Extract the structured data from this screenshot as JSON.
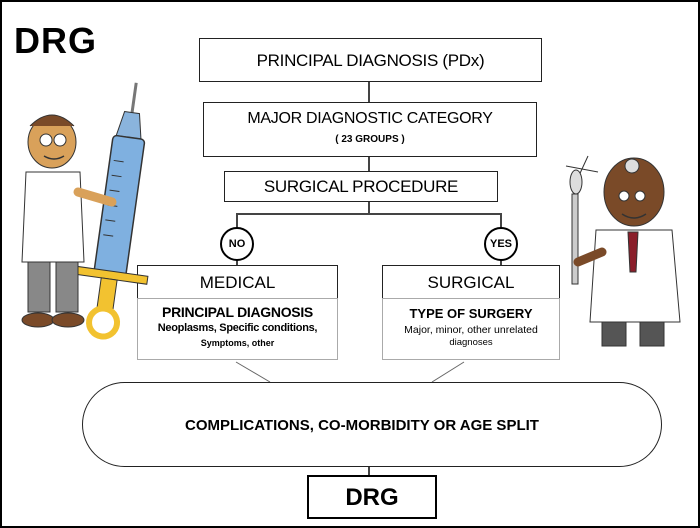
{
  "title": "DRG",
  "nodes": {
    "principal_diagnosis_top": "PRINCIPAL DIAGNOSIS (PDx)",
    "mdc_title": "MAJOR DIAGNOSTIC CATEGORY",
    "mdc_subtitle": "( 23 GROUPS )",
    "surgical_procedure": "SURGICAL PROCEDURE",
    "no_label": "NO",
    "yes_label": "YES",
    "medical": "MEDICAL",
    "surgical": "SURGICAL",
    "medical_detail_title": "PRINCIPAL DIAGNOSIS",
    "medical_detail_line1": "Neoplasms, Specific conditions,",
    "medical_detail_line2": "Symptoms, other",
    "surgical_detail_title": "TYPE OF SURGERY",
    "surgical_detail_line1": "Major, minor, other unrelated",
    "surgical_detail_line2": "diagnoses",
    "complications": "COMPLICATIONS, CO-MORBIDITY OR AGE SPLIT",
    "drg_output": "DRG"
  },
  "illustrations": {
    "left": "cartoon-doctor-with-syringe",
    "right": "cartoon-doctor-with-head-mirror"
  }
}
